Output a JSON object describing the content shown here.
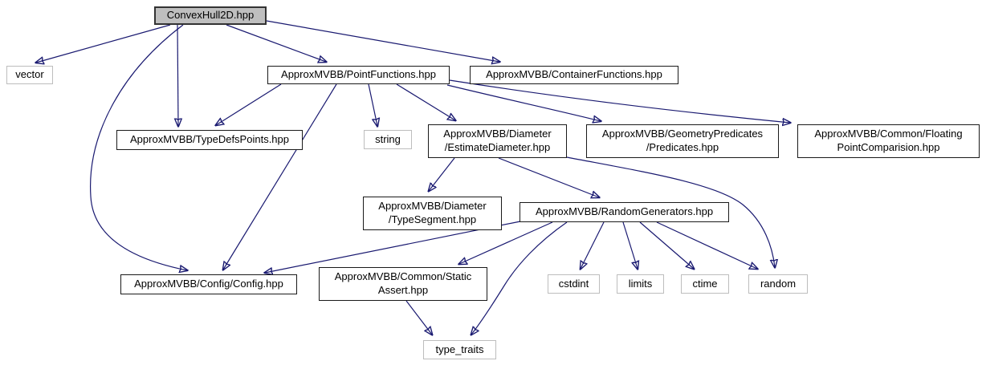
{
  "diagram": {
    "kind": "include-dependency-graph",
    "root": "ConvexHull2D.hpp",
    "edge_color": "#191970",
    "root_fill_color": "#bfbfbf",
    "project_node_border": "#1a1a1a",
    "system_node_border": "#bdbdbd",
    "nodes": {
      "convexhull2d": {
        "label": "ConvexHull2D.hpp",
        "type": "root"
      },
      "vector": {
        "label": "vector",
        "type": "system"
      },
      "pointfunctions": {
        "label": "ApproxMVBB/PointFunctions.hpp",
        "type": "project"
      },
      "containerfunctions": {
        "label": "ApproxMVBB/ContainerFunctions.hpp",
        "type": "project"
      },
      "typedefspoints": {
        "label": "ApproxMVBB/TypeDefsPoints.hpp",
        "type": "project"
      },
      "string": {
        "label": "string",
        "type": "system"
      },
      "estimatediameter": {
        "label": "ApproxMVBB/Diameter\n/EstimateDiameter.hpp",
        "type": "project"
      },
      "predicates": {
        "label": "ApproxMVBB/GeometryPredicates\n/Predicates.hpp",
        "type": "project"
      },
      "floatingpointcomparision": {
        "label": "ApproxMVBB/Common/Floating\nPointComparision.hpp",
        "type": "project"
      },
      "typesegment": {
        "label": "ApproxMVBB/Diameter\n/TypeSegment.hpp",
        "type": "project"
      },
      "randomgenerators": {
        "label": "ApproxMVBB/RandomGenerators.hpp",
        "type": "project"
      },
      "config": {
        "label": "ApproxMVBB/Config/Config.hpp",
        "type": "project"
      },
      "staticassert": {
        "label": "ApproxMVBB/Common/Static\nAssert.hpp",
        "type": "project"
      },
      "cstdint": {
        "label": "cstdint",
        "type": "system"
      },
      "limits": {
        "label": "limits",
        "type": "system"
      },
      "ctime": {
        "label": "ctime",
        "type": "system"
      },
      "random": {
        "label": "random",
        "type": "system"
      },
      "type_traits": {
        "label": "type_traits",
        "type": "system"
      }
    },
    "edges": [
      {
        "from": "ConvexHull2D.hpp",
        "to": "vector"
      },
      {
        "from": "ConvexHull2D.hpp",
        "to": "ApproxMVBB/PointFunctions.hpp"
      },
      {
        "from": "ConvexHull2D.hpp",
        "to": "ApproxMVBB/ContainerFunctions.hpp"
      },
      {
        "from": "ConvexHull2D.hpp",
        "to": "ApproxMVBB/TypeDefsPoints.hpp"
      },
      {
        "from": "ConvexHull2D.hpp",
        "to": "ApproxMVBB/Config/Config.hpp"
      },
      {
        "from": "ApproxMVBB/PointFunctions.hpp",
        "to": "ApproxMVBB/TypeDefsPoints.hpp"
      },
      {
        "from": "ApproxMVBB/PointFunctions.hpp",
        "to": "string"
      },
      {
        "from": "ApproxMVBB/PointFunctions.hpp",
        "to": "ApproxMVBB/Diameter/EstimateDiameter.hpp"
      },
      {
        "from": "ApproxMVBB/PointFunctions.hpp",
        "to": "ApproxMVBB/GeometryPredicates/Predicates.hpp"
      },
      {
        "from": "ApproxMVBB/PointFunctions.hpp",
        "to": "ApproxMVBB/Common/FloatingPointComparision.hpp"
      },
      {
        "from": "ApproxMVBB/PointFunctions.hpp",
        "to": "ApproxMVBB/Config/Config.hpp"
      },
      {
        "from": "ApproxMVBB/Diameter/EstimateDiameter.hpp",
        "to": "ApproxMVBB/Diameter/TypeSegment.hpp"
      },
      {
        "from": "ApproxMVBB/Diameter/EstimateDiameter.hpp",
        "to": "ApproxMVBB/RandomGenerators.hpp"
      },
      {
        "from": "ApproxMVBB/Diameter/EstimateDiameter.hpp",
        "to": "random"
      },
      {
        "from": "ApproxMVBB/RandomGenerators.hpp",
        "to": "ApproxMVBB/Config/Config.hpp"
      },
      {
        "from": "ApproxMVBB/RandomGenerators.hpp",
        "to": "ApproxMVBB/Common/StaticAssert.hpp"
      },
      {
        "from": "ApproxMVBB/RandomGenerators.hpp",
        "to": "cstdint"
      },
      {
        "from": "ApproxMVBB/RandomGenerators.hpp",
        "to": "limits"
      },
      {
        "from": "ApproxMVBB/RandomGenerators.hpp",
        "to": "ctime"
      },
      {
        "from": "ApproxMVBB/RandomGenerators.hpp",
        "to": "random"
      },
      {
        "from": "ApproxMVBB/RandomGenerators.hpp",
        "to": "type_traits"
      },
      {
        "from": "ApproxMVBB/Common/StaticAssert.hpp",
        "to": "type_traits"
      }
    ]
  }
}
